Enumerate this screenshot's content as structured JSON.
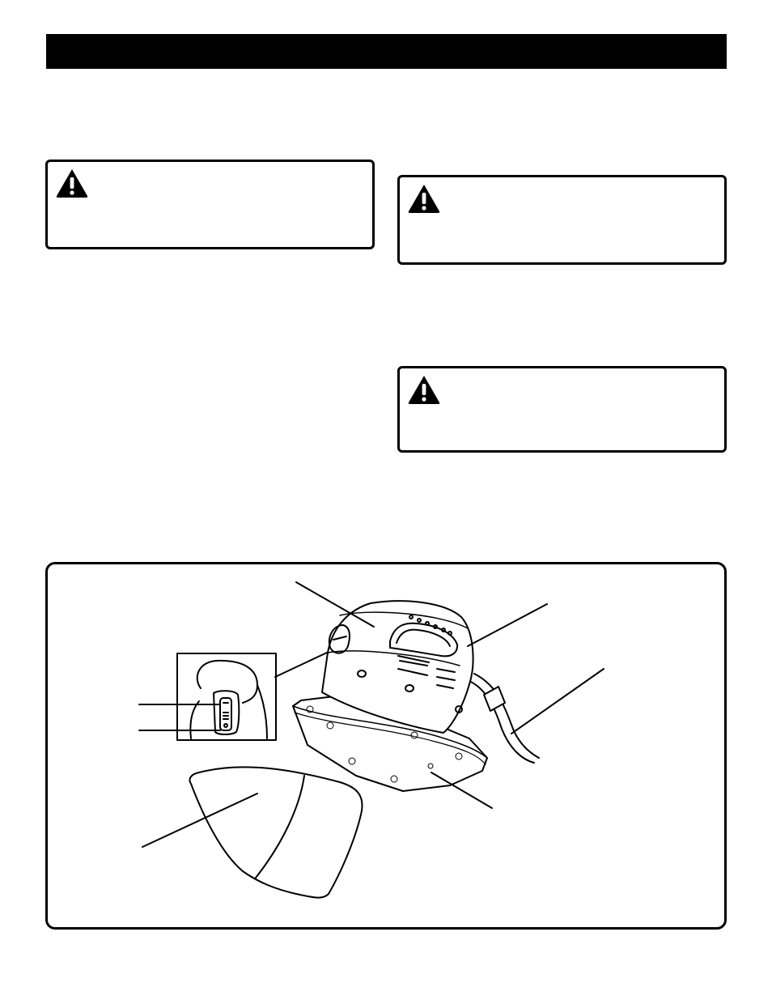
{
  "page": {
    "header_bar_color": "#000000"
  },
  "warnings": [
    {
      "icon": "warning-triangle-icon"
    },
    {
      "icon": "warning-triangle-icon"
    },
    {
      "icon": "warning-triangle-icon"
    }
  ],
  "figure": {
    "depicts": [
      "sander-body",
      "switch-inset",
      "sanding-pad",
      "power-cord",
      "sanding-sheet"
    ]
  }
}
